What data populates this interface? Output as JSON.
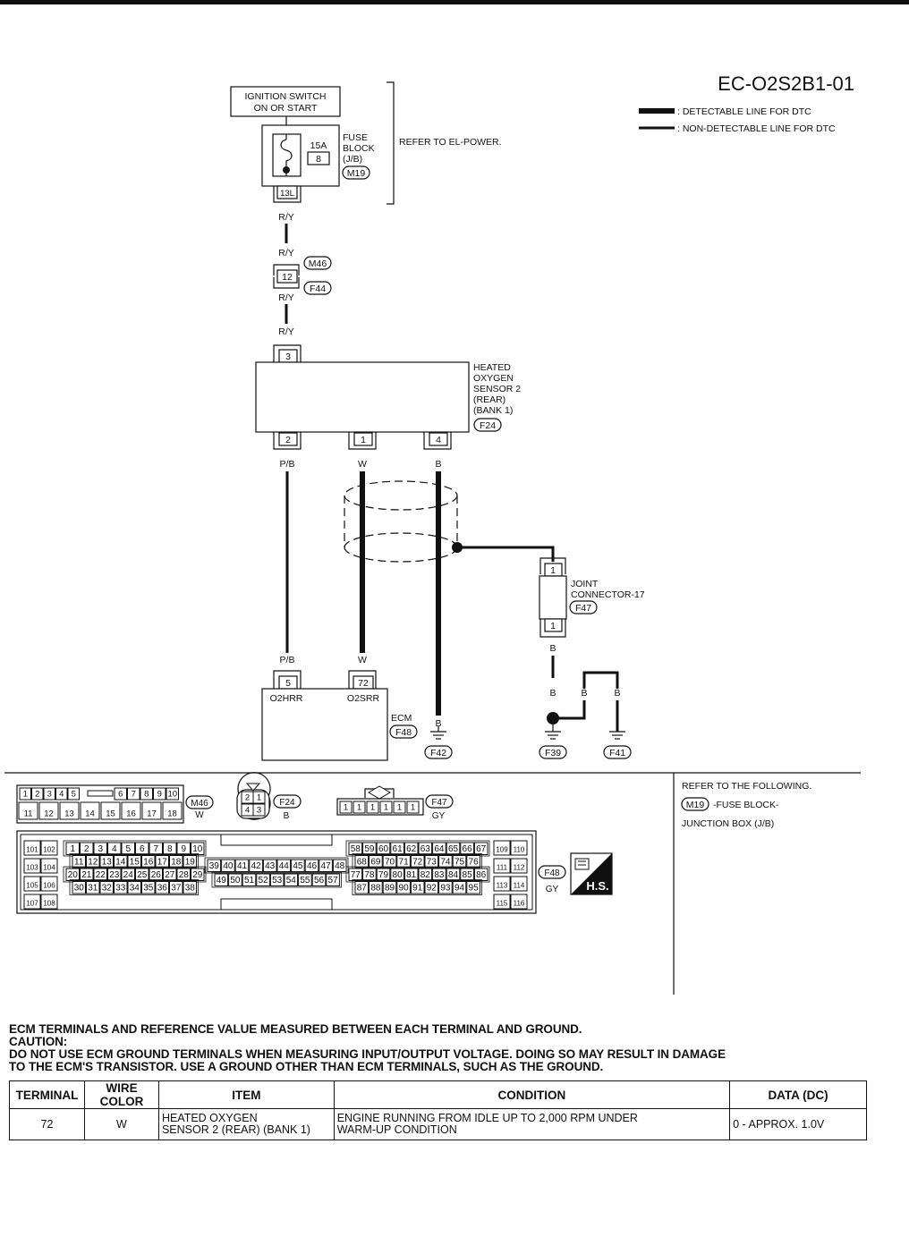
{
  "page_code": "EC-O2S2B1-01",
  "legend": {
    "detectable": ": DETECTABLE LINE FOR DTC",
    "non_detectable": ": NON-DETECTABLE LINE FOR DTC"
  },
  "power": {
    "ignition_switch": [
      "IGNITION SWITCH",
      "ON OR START"
    ],
    "fuse_rating": "15A",
    "fuse_number": "8",
    "fuse_block": [
      "FUSE",
      "BLOCK",
      "(J/B)"
    ],
    "fuse_block_connector": "M19",
    "fuse_terminal": "13L",
    "refer_note": "REFER TO EL-POWER."
  },
  "wires": {
    "ry": "R/Y",
    "pb": "P/B",
    "w": "W",
    "b": "B"
  },
  "harness_connector": {
    "terminal": "12",
    "connector_a": "M46",
    "connector_b": "F44"
  },
  "sensor": {
    "label": [
      "HEATED",
      "OXYGEN",
      "SENSOR 2",
      "(REAR)",
      "(BANK 1)"
    ],
    "connector": "F24",
    "terminal_power": "3",
    "terminals": [
      "2",
      "1",
      "4"
    ]
  },
  "joint": {
    "label": [
      "JOINT",
      "CONNECTOR-17"
    ],
    "connector": "F47",
    "terminal_top": "1",
    "terminal_bottom": "1"
  },
  "ecm": {
    "label": "ECM",
    "connector": "F48",
    "terminal_a": "5",
    "terminal_b": "72",
    "signal_a": "O2HRR",
    "signal_b": "O2SRR"
  },
  "grounds": [
    "F42",
    "F39",
    "F41"
  ],
  "connector_views": {
    "m46": {
      "code": "M46",
      "color": "W",
      "row1": [
        "1",
        "2",
        "3",
        "4",
        "5",
        "6",
        "7",
        "8",
        "9",
        "10"
      ],
      "row2": [
        "11",
        "12",
        "13",
        "14",
        "15",
        "16",
        "17",
        "18"
      ]
    },
    "f24": {
      "code": "F24",
      "color": "B",
      "pins": [
        "2",
        "1",
        "4",
        "3"
      ]
    },
    "f47": {
      "code": "F47",
      "color": "GY",
      "pins": [
        "1",
        "1",
        "1",
        "1",
        "1",
        "1"
      ]
    },
    "f48": {
      "code": "F48",
      "color": "GY",
      "left_pairs": [
        [
          "101",
          "102"
        ],
        [
          "103",
          "104"
        ],
        [
          "105",
          "106"
        ],
        [
          "107",
          "108"
        ]
      ],
      "block1_rows": [
        [
          "1",
          "2",
          "3",
          "4",
          "5",
          "6",
          "7",
          "8",
          "9",
          "10"
        ],
        [
          "11",
          "12",
          "13",
          "14",
          "15",
          "16",
          "17",
          "18",
          "19"
        ],
        [
          "20",
          "21",
          "22",
          "23",
          "24",
          "25",
          "26",
          "27",
          "28",
          "29"
        ],
        [
          "30",
          "31",
          "32",
          "33",
          "34",
          "35",
          "36",
          "37",
          "38"
        ]
      ],
      "block2_rows": [
        [
          "39",
          "40",
          "41",
          "42",
          "43",
          "44",
          "45",
          "46",
          "47",
          "48"
        ],
        [
          "49",
          "50",
          "51",
          "52",
          "53",
          "54",
          "55",
          "56",
          "57"
        ]
      ],
      "block3_rows": [
        [
          "58",
          "59",
          "60",
          "61",
          "62",
          "63",
          "64",
          "65",
          "66",
          "67"
        ],
        [
          "68",
          "69",
          "70",
          "71",
          "72",
          "73",
          "74",
          "75",
          "76"
        ],
        [
          "77",
          "78",
          "79",
          "80",
          "81",
          "82",
          "83",
          "84",
          "85",
          "86"
        ],
        [
          "87",
          "88",
          "89",
          "90",
          "91",
          "92",
          "93",
          "94",
          "95"
        ]
      ],
      "right_pairs": [
        [
          "109",
          "110"
        ],
        [
          "111",
          "112"
        ],
        [
          "113",
          "114"
        ],
        [
          "115",
          "116"
        ]
      ],
      "badge": "H.S."
    }
  },
  "refer_box": {
    "line1": "REFER TO THE FOLLOWING.",
    "connector": "M19",
    "line2": "-FUSE BLOCK-",
    "line3": "JUNCTION BOX (J/B)"
  },
  "notes": [
    "ECM TERMINALS AND REFERENCE VALUE MEASURED BETWEEN EACH TERMINAL AND GROUND.",
    "CAUTION:",
    "DO NOT USE ECM GROUND TERMINALS WHEN MEASURING INPUT/OUTPUT VOLTAGE. DOING SO MAY RESULT IN DAMAGE",
    "TO THE ECM'S TRANSISTOR. USE A GROUND OTHER THAN ECM TERMINALS, SUCH AS THE GROUND."
  ],
  "table": {
    "headers": [
      "TERMINAL",
      "WIRE COLOR",
      "ITEM",
      "CONDITION",
      "DATA (DC)"
    ],
    "rows": [
      {
        "terminal": "72",
        "wire_color": "W",
        "item": [
          "HEATED OXYGEN",
          "SENSOR 2 (REAR) (BANK 1)"
        ],
        "condition": [
          "ENGINE RUNNING FROM IDLE UP TO 2,000 RPM UNDER",
          "WARM-UP CONDITION"
        ],
        "data": "0 - APPROX. 1.0V"
      }
    ]
  }
}
